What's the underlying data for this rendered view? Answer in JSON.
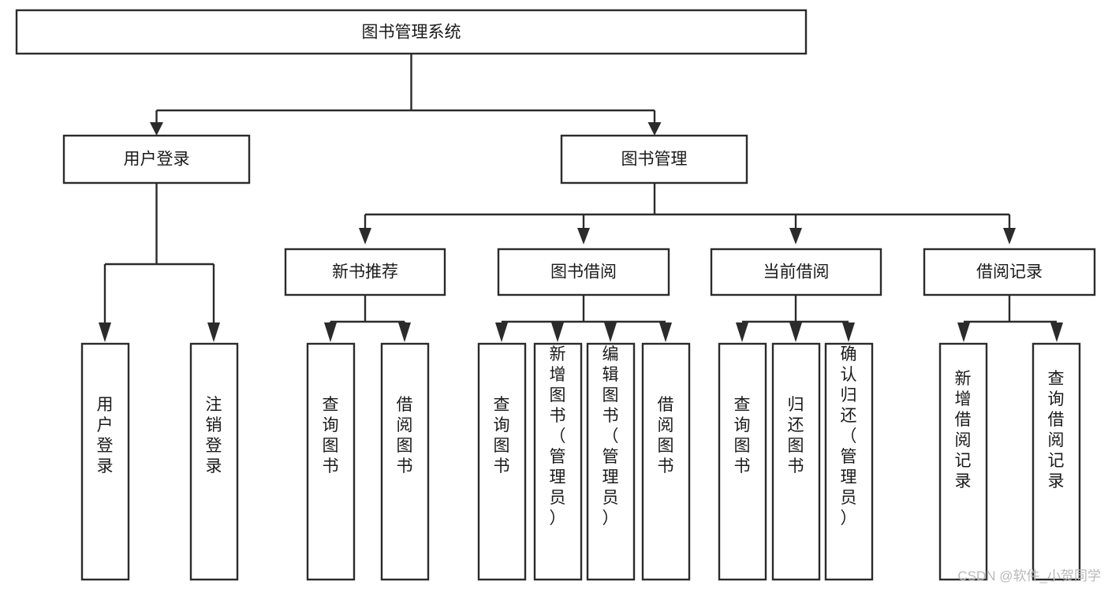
{
  "diagram": {
    "type": "tree-hierarchy",
    "title": "图书管理系统",
    "orientation": "top-down",
    "colors": {
      "box_stroke": "#2b2b2b",
      "box_fill": "#ffffff",
      "connector": "#2b2b2b",
      "text": "#1a1a1a",
      "background": "#ffffff",
      "watermark": "#b9b9b9"
    },
    "root": {
      "label": "图书管理系统",
      "text_orientation": "horizontal"
    },
    "level2": [
      {
        "label": "用户登录",
        "text_orientation": "horizontal"
      },
      {
        "label": "图书管理",
        "text_orientation": "horizontal"
      }
    ],
    "level3": [
      {
        "label": "新书推荐",
        "text_orientation": "horizontal"
      },
      {
        "label": "图书借阅",
        "text_orientation": "horizontal"
      },
      {
        "label": "当前借阅",
        "text_orientation": "horizontal"
      },
      {
        "label": "借阅记录",
        "text_orientation": "horizontal"
      }
    ],
    "leaves": {
      "user_login": [
        {
          "label": "用户登录",
          "text_orientation": "vertical"
        },
        {
          "label": "注销登录",
          "text_orientation": "vertical"
        }
      ],
      "new_book_recommend": [
        {
          "label": "查询图书",
          "text_orientation": "vertical"
        },
        {
          "label": "借阅图书",
          "text_orientation": "vertical"
        }
      ],
      "book_borrow": [
        {
          "label": "查询图书",
          "text_orientation": "vertical"
        },
        {
          "label": "新增图书（管理员）",
          "text_orientation": "vertical"
        },
        {
          "label": "编辑图书（管理员）",
          "text_orientation": "vertical"
        },
        {
          "label": "借阅图书",
          "text_orientation": "vertical"
        }
      ],
      "current_borrow": [
        {
          "label": "查询图书",
          "text_orientation": "vertical"
        },
        {
          "label": "归还图书",
          "text_orientation": "vertical"
        },
        {
          "label": "确认归还（管理员）",
          "text_orientation": "vertical"
        }
      ],
      "borrow_record": [
        {
          "label": "新增借阅记录",
          "text_orientation": "vertical"
        },
        {
          "label": "查询借阅记录",
          "text_orientation": "vertical"
        }
      ]
    }
  },
  "watermark": {
    "text": "CSDN @软件_小贺同学"
  }
}
